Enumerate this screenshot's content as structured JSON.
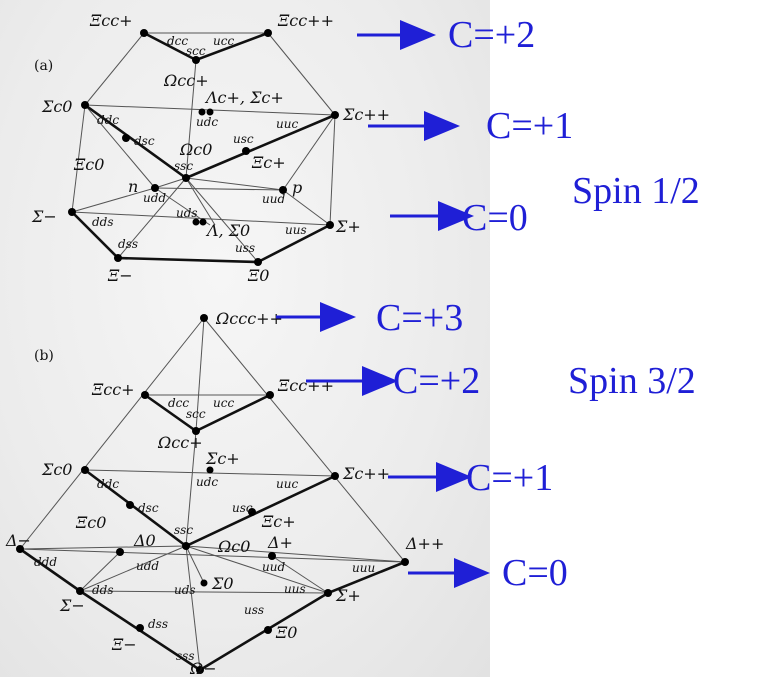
{
  "panel_a": {
    "tag": "(a)",
    "particles": {
      "xi_cc_plus": "Ξcc+",
      "xi_cc_plusplus": "Ξcc++",
      "omega_cc_plus": "Ωcc+",
      "lambda_sigma_c_plus": "Λc+, Σc+",
      "sigma_c_0": "Σc0",
      "sigma_c_plusplus": "Σc++",
      "xi_c_0": "Ξc0",
      "omega_c_0": "Ωc0",
      "xi_c_plus": "Ξc+",
      "n": "n",
      "p": "p",
      "sigma_minus": "Σ−",
      "lambda_sigma_0": "Λ, Σ0",
      "sigma_plus": "Σ+",
      "xi_minus": "Ξ−",
      "xi_0": "Ξ0"
    },
    "quarks": {
      "dcc": "dcc",
      "ucc": "ucc",
      "scc": "scc",
      "udc": "udc",
      "ddc": "ddc",
      "uuc": "uuc",
      "dsc": "dsc",
      "usc": "usc",
      "ssc": "ssc",
      "udd": "udd",
      "uud": "uud",
      "dds": "dds",
      "uds": "uds",
      "uus": "uus",
      "dss": "dss",
      "uss": "uss"
    }
  },
  "panel_b": {
    "tag": "(b)",
    "particles": {
      "omega_ccc": "Ωccc++",
      "xi_cc_plus": "Ξcc+",
      "xi_cc_plusplus": "Ξcc++",
      "omega_cc_plus": "Ωcc+",
      "sigma_c_plus": "Σc+",
      "sigma_c_0": "Σc0",
      "sigma_c_plusplus": "Σc++",
      "xi_c_0": "Ξc0",
      "xi_c_plus": "Ξc+",
      "delta_minus": "Δ−",
      "delta_0": "Δ0",
      "omega_c_0": "Ωc0",
      "delta_plus": "Δ+",
      "delta_plusplus": "Δ++",
      "sigma_minus": "Σ−",
      "sigma_0": "Σ0",
      "sigma_plus": "Σ+",
      "xi_minus": "Ξ−",
      "xi_0": "Ξ0",
      "omega_minus": "Ω−"
    },
    "quarks": {
      "dcc": "dcc",
      "ucc": "ucc",
      "scc": "scc",
      "udc": "udc",
      "ddc": "ddc",
      "uuc": "uuc",
      "dsc": "dsc",
      "usc": "usc",
      "ssc": "ssc",
      "ddd": "ddd",
      "udd": "udd",
      "uud": "uud",
      "uuu": "uuu",
      "dds": "dds",
      "uds": "uds",
      "uus": "uus",
      "dss": "dss",
      "uss": "uss",
      "sss": "sss"
    }
  },
  "annotations": {
    "c_plus2_top": "C=+2",
    "c_plus1_top": "C=+1",
    "spin_half": "Spin 1/2",
    "c_0_top": "C=0",
    "c_plus3": "C=+3",
    "c_plus2_bottom": "C=+2",
    "spin_three_half": "Spin 3/2",
    "c_plus1_bottom": "C=+1",
    "c_0_bottom": "C=0"
  },
  "colors": {
    "annotation": "#1f1fd6",
    "diagram": "#111111"
  }
}
